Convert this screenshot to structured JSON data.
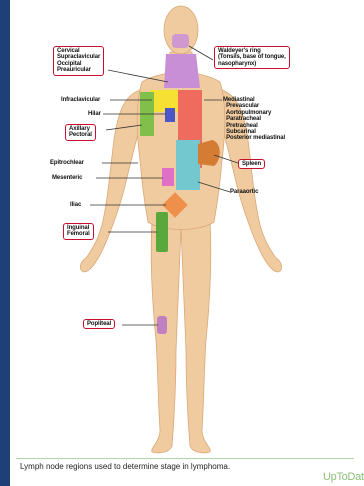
{
  "labels": {
    "cervical_group": "Cervical\nSupraclavicular\nOccipital\nPreauricular",
    "waldeyer": "Waldeyer's ring\n(Tonsils, base of tongue,\nnasopharynx)",
    "infraclavicular": "Infraclavicular",
    "hilar": "Hilar",
    "axillary": "Axillary\nPectoral",
    "mediastinal": "Mediastinal\n  Prevascular\n  Aortopulmonary\n  Paratracheal\n  Pretracheal\n  Subcarinal\n  Posterior mediastinal",
    "epitrochlear": "Epitrochlear",
    "mesenteric": "Mesenteric",
    "spleen": "Spleen",
    "paraaortic": "Paraaortic",
    "iliac": "Iliac",
    "inguinal": "Inguinal\nFemoral",
    "popliteal": "Popliteal"
  },
  "caption": "Lymph node regions used to determine stage in lymphoma.",
  "logo": "UpToDate",
  "colors": {
    "background": "#1f3f77",
    "skin": "#f1cba0",
    "skin_shadow": "#d9a877",
    "box_border": "#c8102e",
    "cervical": "#c98fd6",
    "infraclavicular": "#f6e033",
    "axillary": "#7fbf4a",
    "hilar": "#4b57c8",
    "mediastinal": "#ee6b5e",
    "paraaortic": "#73c8d0",
    "spleen": "#d47c34",
    "mesenteric": "#e06fc6",
    "iliac": "#ee8f4a",
    "inguinal": "#5aa83c",
    "popliteal": "#c07fbf"
  }
}
